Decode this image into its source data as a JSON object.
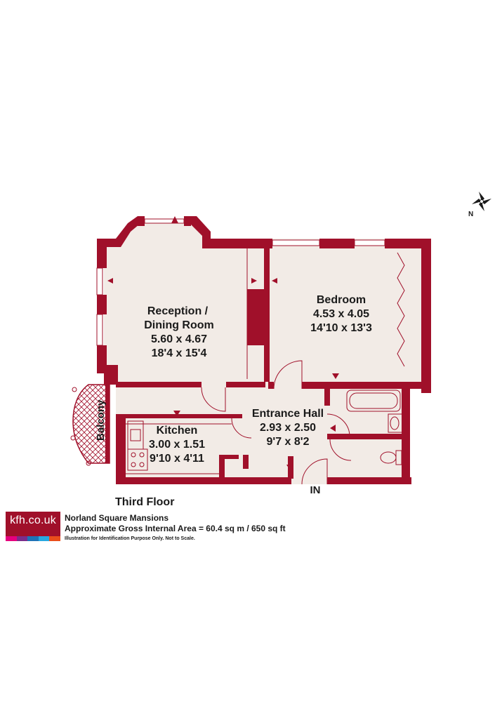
{
  "plan": {
    "floor_label": "Third Floor",
    "property_name": "Norland Square Mansions",
    "area_text": "Approximate Gross Internal Area = 60.4 sq m / 650 sq ft",
    "disclaimer": "Illustration for Identification Purpose Only. Not to Scale.",
    "entrance_label": "IN",
    "compass_label": "N",
    "wall_color": "#a0102a",
    "floor_color": "#f2ebe6"
  },
  "rooms": {
    "reception": {
      "name_1": "Reception /",
      "name_2": "Dining Room",
      "metric": "5.60 x 4.67",
      "imperial": "18'4 x 15'4"
    },
    "bedroom": {
      "name": "Bedroom",
      "metric": "4.53 x 4.05",
      "imperial": "14'10 x 13'3"
    },
    "hall": {
      "name": "Entrance Hall",
      "metric": "2.93 x 2.50",
      "imperial": "9'7 x 8'2"
    },
    "kitchen": {
      "name": "Kitchen",
      "metric": "3.00 x 1.51",
      "imperial": "9'10 x 4'11"
    },
    "balcony": {
      "name": "Balcony"
    }
  },
  "brand": {
    "logo_text": "kfh.co.uk",
    "stripe_colors": [
      "#e6007e",
      "#7b2d8b",
      "#1f73b7",
      "#27a8e0",
      "#e94e1b"
    ]
  },
  "icons": [
    "compass-icon"
  ]
}
